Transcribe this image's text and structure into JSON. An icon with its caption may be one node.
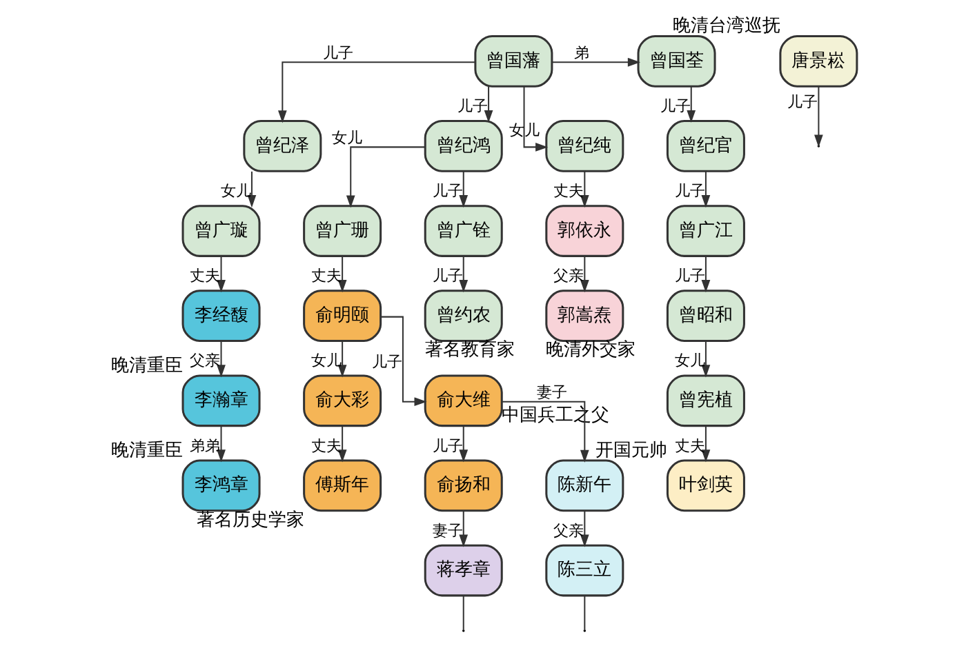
{
  "diagram": {
    "nodes": [
      {
        "text": [
          "曾国藩"
        ]
      },
      {
        "text": [
          "曾国荃"
        ]
      },
      {
        "text": [
          "曾纪泽"
        ]
      },
      {
        "text": [
          "曾纪鸿"
        ]
      },
      {
        "text": [
          "曾纪纯"
        ]
      },
      {
        "text": [
          "曾纪官"
        ]
      },
      {
        "text": [
          "曾广璇"
        ]
      },
      {
        "text": [
          "曾广珊"
        ]
      },
      {
        "text": [
          "曾广铨"
        ]
      },
      {
        "text": [
          "郭依永"
        ]
      },
      {
        "text": [
          "曾广江"
        ]
      },
      {
        "text": [
          "李经馥"
        ]
      },
      {
        "text": [
          "俞明颐"
        ]
      },
      {
        "text": [
          "曾约农"
        ],
        "beside": [
          "著名教育家"
        ]
      },
      {
        "text": [
          "郭嵩焘"
        ],
        "beside": [
          "晚清外交家"
        ]
      },
      {
        "text": [
          "曾昭和"
        ]
      },
      {
        "text": [
          "李瀚章"
        ],
        "beside": [
          "晚清重臣"
        ]
      },
      {
        "text": [
          "俞大彩"
        ]
      },
      {
        "text": [
          "俞大维"
        ],
        "beside": [
          "中国兵工之父"
        ]
      },
      {
        "text": [
          "曾宪植"
        ]
      },
      {
        "text": [
          "叶剑英"
        ],
        "beside": [
          "开国元帅"
        ]
      },
      {
        "text": [
          "李鸿章"
        ],
        "beside": [
          "晚清重臣"
        ]
      },
      {
        "text": [
          "傅斯年"
        ],
        "beside": [
          "著名历史学家"
        ]
      },
      {
        "text": [
          "俞扬和"
        ]
      },
      {
        "text": [
          "陈新午"
        ]
      },
      {
        "text": [
          "蒋孝章"
        ]
      },
      {
        "text": [
          "陈三立"
        ]
      },
      {
        "text": [
          "唐景崧"
        ],
        "beside": [
          "晚清台湾巡抚"
        ]
      }
    ],
    "edges": [
      {
        "from": 0,
        "to": 1,
        "arrow": "to",
        "label": "弟"
      },
      {
        "from": 0,
        "to": 2,
        "arrow": "to",
        "label": "儿子"
      },
      {
        "from": 0,
        "to": 3,
        "arrow": "to",
        "label": "儿子"
      },
      {
        "from": 0,
        "to": 4,
        "arrow": "to",
        "label": "女儿"
      },
      {
        "from": 1,
        "to": 5,
        "arrow": "to",
        "label": "儿子"
      },
      {
        "from": 2,
        "to": 6,
        "arrow": "to",
        "label": "女儿"
      },
      {
        "from": 3,
        "to": 7,
        "arrow": "to",
        "label": "女儿"
      },
      {
        "from": 3,
        "to": 8,
        "arrow": "to",
        "label": "儿子"
      },
      {
        "from": 4,
        "to": 9,
        "arrow": "to",
        "label": "丈夫"
      },
      {
        "from": 5,
        "to": 10,
        "arrow": "to",
        "label": "儿子"
      },
      {
        "from": 6,
        "to": 11,
        "arrow": "to",
        "label": "丈夫"
      },
      {
        "from": 7,
        "to": 12,
        "arrow": "to",
        "label": "丈夫"
      },
      {
        "from": 8,
        "to": 13,
        "arrow": "to",
        "label": "儿子"
      },
      {
        "from": 9,
        "to": 14,
        "arrow": "to",
        "label": "父亲"
      },
      {
        "from": 10,
        "to": 15,
        "arrow": "to",
        "label": "儿子"
      },
      {
        "from": 11,
        "to": 16,
        "arrow": "to",
        "label": "父亲"
      },
      {
        "from": 12,
        "to": 17,
        "arrow": "to",
        "label": "女儿"
      },
      {
        "from": 12,
        "to": 18,
        "arrow": "to",
        "label": "儿子"
      },
      {
        "from": 15,
        "to": 19,
        "arrow": "to",
        "label": "女儿"
      },
      {
        "from": 16,
        "to": 21,
        "arrow": "to",
        "label": "弟弟"
      },
      {
        "from": 17,
        "to": 22,
        "arrow": "to",
        "label": "丈夫"
      },
      {
        "from": 18,
        "to": 23,
        "arrow": "to",
        "label": "儿子"
      },
      {
        "from": 18,
        "to": 24,
        "arrow": "to",
        "label": "妻子"
      },
      {
        "from": 19,
        "to": 20,
        "arrow": "to",
        "label": "丈夫"
      },
      {
        "from": 23,
        "to": 25,
        "arrow": "to",
        "label": "妻子"
      },
      {
        "from": 24,
        "to": 26,
        "arrow": "to",
        "label": "父亲"
      },
      {
        "from": 25,
        "to": null,
        "arrow": "none"
      },
      {
        "from": 26,
        "to": null,
        "arrow": "none"
      },
      {
        "from": 27,
        "to": null,
        "arrow": "to",
        "label": "儿子"
      }
    ]
  }
}
